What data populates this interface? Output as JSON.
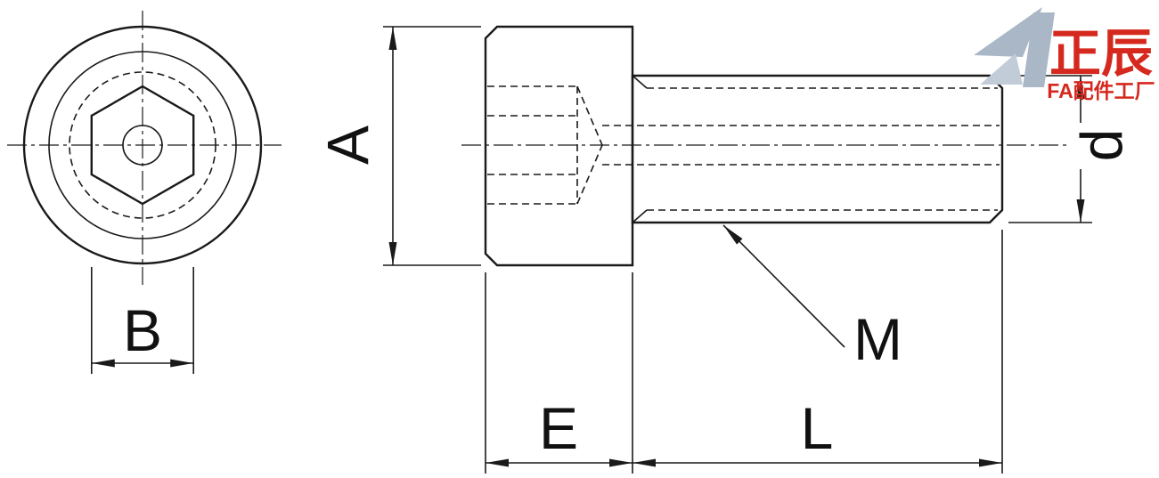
{
  "dims": {
    "A": "A",
    "B": "B",
    "d": "d",
    "M": "M",
    "E": "E",
    "L": "L"
  },
  "logo": {
    "name": "正辰",
    "subtitle": "FA配件工厂"
  },
  "colors": {
    "logo_red": "#d5281e",
    "logo_mark_gray": "#aab7c6",
    "part_fill": "#e9e9e9",
    "line_color": "#1a1a1a"
  }
}
